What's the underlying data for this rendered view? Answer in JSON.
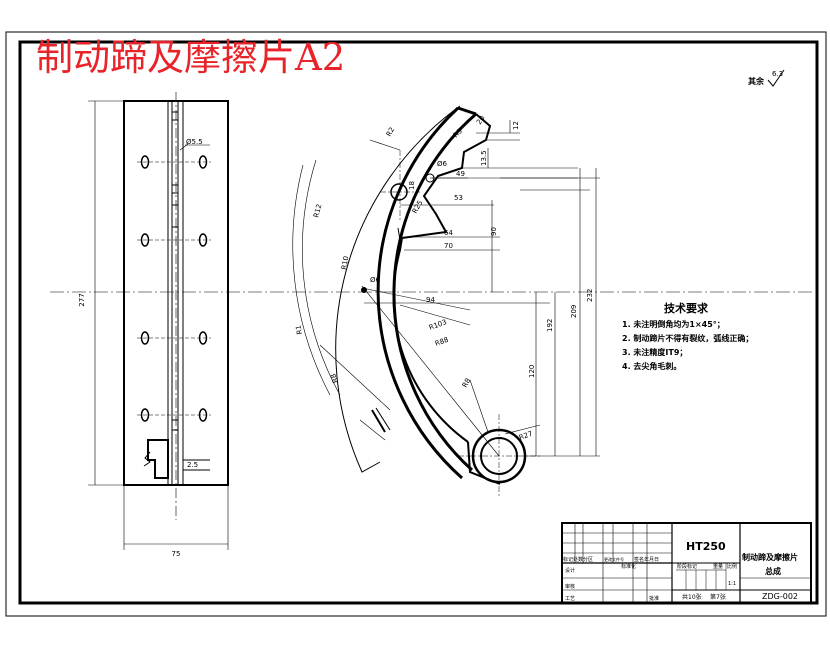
{
  "title_overlay": "制动蹄及摩擦片A2",
  "colors": {
    "title": "#e8232a",
    "line": "#000000"
  },
  "surface_symbol": {
    "label": "其余",
    "value": "6.3"
  },
  "side_view": {
    "height_dim": "277",
    "width_dim": "75",
    "hole_dim": "Ø5.5",
    "thickness_dim": "2.5"
  },
  "front_view": {
    "dims": {
      "r_top": "R2",
      "r_outer": "R5",
      "a_20": "20",
      "a_12": "12",
      "h_13": "13.5",
      "d_18": "18",
      "d_6": "Ø6",
      "d_49": "49",
      "d_53": "53",
      "r_25": "R25",
      "d_64": "64",
      "d_70": "70",
      "d_90": "90",
      "r_10": "R10",
      "d_6b": "Ø6",
      "d_94": "94",
      "r_103": "R103",
      "r_88": "R88",
      "r_outer_big": "R12",
      "r_arc_left": "R1",
      "r_8": "R8",
      "r_27": "R27",
      "a_8b": "R8",
      "v_192": "192",
      "v_209": "209",
      "v_232": "232",
      "v_120": "120"
    }
  },
  "tech_requirements": {
    "heading": "技术要求",
    "items": [
      "1. 未注明倒角均为1×45°；",
      "2. 制动蹄片不得有裂纹，弧线正确；",
      "3. 未注精度IT9；",
      "4. 去尖角毛刺。"
    ]
  },
  "title_block": {
    "material": "HT250",
    "part_name": "制动蹄及摩擦片",
    "part_sub": "总成",
    "code": "ZDG-002",
    "scale_label": "比例",
    "scale": "1:1",
    "weight_label": "重量",
    "stage_label": "阶段标记",
    "sheets": "共10张",
    "sheet_no": "第7张",
    "rev_row": "标记处数分区",
    "rev_row2": "更改文件号",
    "rev_row3": "签名年月日",
    "design": "设计",
    "std": "标准化",
    "review": "审核",
    "craft": "工艺",
    "approve": "批准"
  }
}
